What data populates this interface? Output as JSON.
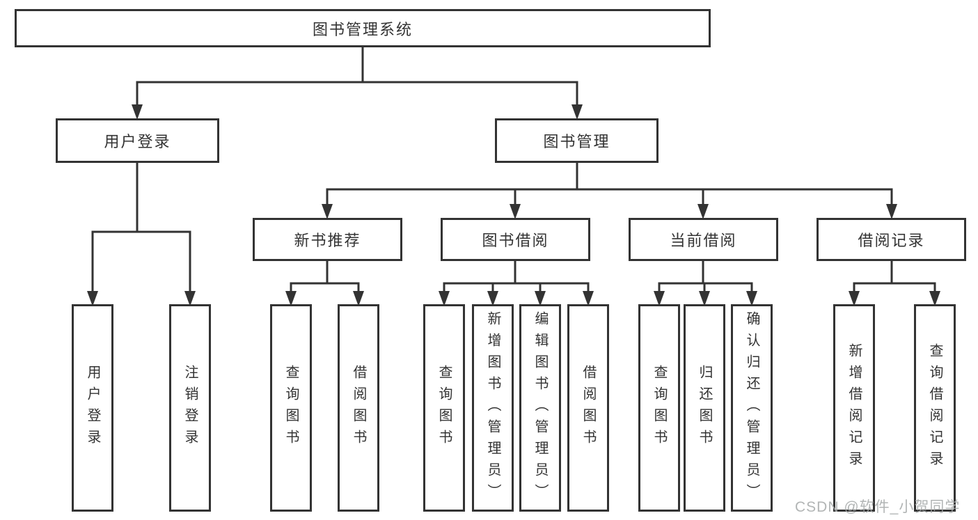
{
  "diagram": {
    "root_label": "图书管理系统",
    "user_login": {
      "label": "用户登录",
      "children": [
        {
          "label": "用户登录"
        },
        {
          "label": "注销登录"
        }
      ]
    },
    "book_mgmt": {
      "label": "图书管理"
    },
    "sections": [
      {
        "label": "新书推荐",
        "children": [
          {
            "label": "查询图书"
          },
          {
            "label": "借阅图书"
          }
        ]
      },
      {
        "label": "图书借阅",
        "children": [
          {
            "label": "查询图书"
          },
          {
            "label": "新增图书（管理员）"
          },
          {
            "label": "编辑图书（管理员）"
          },
          {
            "label": "借阅图书"
          }
        ]
      },
      {
        "label": "当前借阅",
        "children": [
          {
            "label": "查询图书"
          },
          {
            "label": "归还图书"
          },
          {
            "label": "确认归还（管理员）"
          }
        ]
      },
      {
        "label": "借阅记录",
        "children": [
          {
            "label": "新增借阅记录"
          },
          {
            "label": "查询借阅记录"
          }
        ]
      }
    ]
  },
  "watermark": {
    "text": "CSDN @软件_小贺同学"
  },
  "colors": {
    "line": "#333333",
    "box_border": "#333333",
    "text": "#333333",
    "background": "#ffffff",
    "watermark": "#a4a8a8"
  }
}
